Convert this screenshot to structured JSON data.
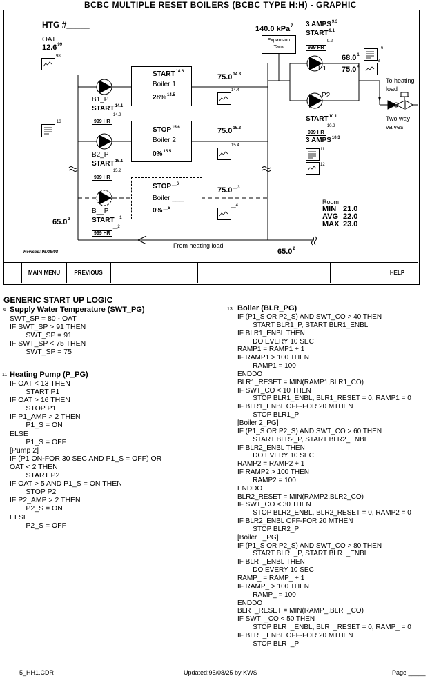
{
  "title": "BCBC MULTIPLE RESET BOILERS (BCBC TYPE H:H)  -  GRAPHIC",
  "graphic": {
    "htg": "HTG #_____",
    "oat_label": "OAT",
    "oat_value": "12.6",
    "oat_ref": "99",
    "oat_trend_ref": "98",
    "doc_ref_13": "13",
    "pressure": "140.0 kPa",
    "pressure_ref": "7",
    "expansion_tank": "Expansion Tank",
    "p1_amps": "3 AMPS",
    "p1_amps_ref": "9.3",
    "p1_start": "START",
    "p1_start_ref": "9.1",
    "p1_hr": "999 HR",
    "p1_hr_ref": "9.2",
    "p1_label": "P1",
    "p2_label": "P2",
    "supply_temp": "68.0",
    "supply_temp_ref": "1",
    "supply_sp": "75.0",
    "supply_sp_ref": "4",
    "ref_6": "6",
    "ref_8": "8",
    "to_heating_load": "To heating load",
    "two_way_valves": "Two way valves",
    "p2_start": "START",
    "p2_start_ref": "10.1",
    "p2_hr": "999 HR",
    "p2_hr_ref": "10.2",
    "p2_amps": "3 AMPS",
    "p2_amps_ref": "10.3",
    "ref_11": "11",
    "ref_12": "12",
    "b1": {
      "pump": "B1_P",
      "start": "START",
      "start_ref": "14.1",
      "hr": "999 HR",
      "hr_ref": "14.2",
      "status": "START",
      "status_ref": "14.6",
      "name": "Boiler 1",
      "pct": "28%",
      "pct_ref": "14.5",
      "temp": "75.0",
      "temp_ref": "14.3",
      "trend_ref": "14.4"
    },
    "b2": {
      "pump": "B2_P",
      "start": "START",
      "start_ref": "15.1",
      "hr": "999 HR",
      "hr_ref": "15.2",
      "status": "STOP",
      "status_ref": "15.6",
      "name": "Boiler 2",
      "pct": "0%",
      "pct_ref": "15.5",
      "temp": "75.0",
      "temp_ref": "15.3",
      "trend_ref": "15.4"
    },
    "bx": {
      "pump": "B__P",
      "start": "START",
      "start_ref": "__1",
      "hr": "999 HR",
      "hr_ref": "__2",
      "status": "STOP",
      "status_ref": "__6",
      "name": "Boiler ___",
      "pct": "0%",
      "pct_ref": "__5",
      "temp": "75.0",
      "temp_ref": "__3",
      "trend_ref": "__4"
    },
    "return_temp": "65.0",
    "return_ref": "3",
    "return_temp2": "65.0",
    "return_ref2": "2",
    "from_heating_load": "From heating load",
    "room_label": "Room",
    "room_min_label": "MIN",
    "room_min": "21.0",
    "room_avg_label": "AVG",
    "room_avg": "22.0",
    "room_max_label": "MAX",
    "room_max": "23.0",
    "revised": "Revised: 95/08/08"
  },
  "nav": [
    "MAIN MENU",
    "PREVIOUS",
    "",
    "",
    "",
    "",
    "",
    "",
    "HELP"
  ],
  "logic_title": "GENERIC START UP LOGIC",
  "sections": {
    "s6_num": "6",
    "s6_title": "Supply Water Temperature (SWT_PG)",
    "s6_body": "SWT_SP = 80 - OAT\nIF SWT_SP > 91 THEN\n        SWT_SP = 91\nIF SWT_SP < 75 THEN\n        SWT_SP = 75",
    "s11_num": "11",
    "s11_title": "Heating Pump (P_PG)",
    "s11_body": "IF OAT < 13 THEN\n        START P1\nIF OAT > 16 THEN\n        STOP P1\nIF P1_AMP > 2 THEN\n        P1_S = ON\nELSE\n        P1_S = OFF\n[Pump 2]\nIF (P1 ON-FOR 30 SEC AND P1_S = OFF) OR\nOAT < 2 THEN\n        START P2\nIF OAT > 5 AND P1_S = ON THEN\n        STOP P2\nIF P2_AMP > 2 THEN\n        P2_S = ON\nELSE\n        P2_S = OFF",
    "s13_num": "13",
    "s13_title": "Boiler (BLR_PG)",
    "s13_body": "IF (P1_S OR P2_S) AND SWT_CO > 40 THEN\n        START BLR1_P, START BLR1_ENBL\nIF BLR1_ENBL THEN\n        DO EVERY 10 SEC\nRAMP1 = RAMP1 + 1\nIF RAMP1 > 100 THEN\n        RAMP1 = 100\nENDDO\nBLR1_RESET = MIN(RAMP1,BLR1_CO)\nIF SWT_CO < 10 THEN\n        STOP BLR1_ENBL, BLR1_RESET = 0, RAMP1 = 0\nIF BLR1_ENBL OFF-FOR 20 MTHEN\n        STOP BLR1_P\n[Boiler 2_PG]\nIF (P1_S OR P2_S) AND SWT_CO > 60 THEN\n        START BLR2_P, START BLR2_ENBL\nIF BLR2_ENBL THEN\n        DO EVERY 10 SEC\nRAMP2 = RAMP2 + 1\nIF RAMP2 > 100 THEN\n        RAMP2 = 100\nENDDO\nBLR2_RESET = MIN(RAMP2,BLR2_CO)\nIF SWT_CO < 30 THEN\n        STOP BLR2_ENBL, BLR2_RESET = 0, RAMP2 = 0\nIF BLR2_ENBL OFF-FOR 20 MTHEN\n        STOP BLR2_P\n[Boiler   _PG]\nIF (P1_S OR P2_S) AND SWT_CO > 80 THEN\n        START BLR  _P, START BLR  _ENBL\nIF BLR  _ENBL THEN\n        DO EVERY 10 SEC\nRAMP_ = RAMP_ + 1\nIF RAMP_ > 100 THEN\n        RAMP_ = 100\nENDDO\nBLR  _RESET = MIN(RAMP_,BLR  _CO)\nIF SWT  _CO < 50 THEN\n        STOP BLR  _ENBL, BLR  _RESET = 0, RAMP_ = 0\nIF BLR  _ENBL OFF-FOR 20 MTHEN\n        STOP BLR  _P"
  },
  "footer": {
    "file": "5_HH1.CDR",
    "updated": "Updated:95/08/25 by KWS",
    "page": "Page _____"
  }
}
